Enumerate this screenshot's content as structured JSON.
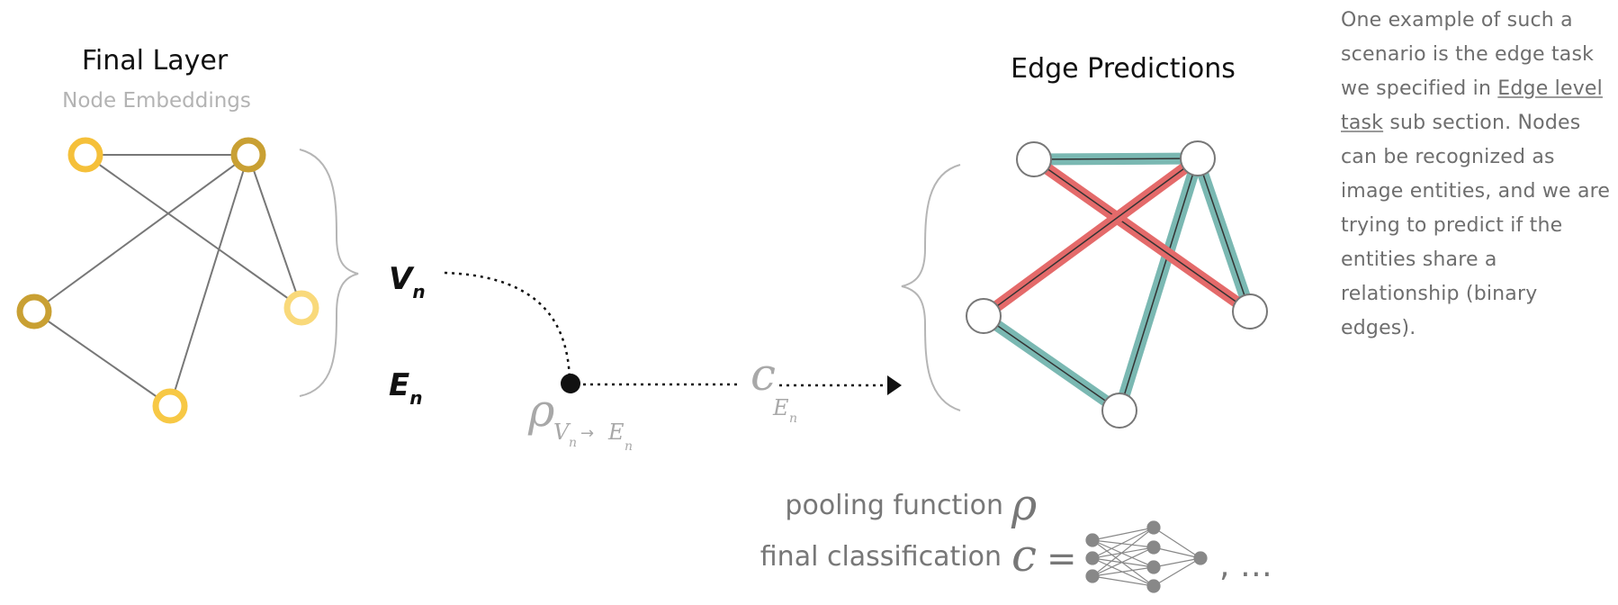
{
  "left_panel": {
    "title": "Final Layer",
    "subtitle": "Node Embeddings"
  },
  "right_panel": {
    "title": "Edge Predictions"
  },
  "labels": {
    "V": "V",
    "V_sub": "n",
    "E": "E",
    "E_sub": "n",
    "rho": "ρ",
    "rho_sub_main": "V",
    "rho_sub_n1": "n",
    "rho_sub_arrow": "→",
    "rho_sub_E": "E",
    "rho_sub_n2": "n",
    "c": "c",
    "c_sub_E": "E",
    "c_sub_n": "n"
  },
  "legend": {
    "pooling_text": "pooling function",
    "pooling_symbol": "ρ",
    "classification_text": "final classification",
    "classification_symbol": "c",
    "equals": "=",
    "trailing": ", …"
  },
  "sidebar": {
    "text_before_link": "One example of such a scenario is the edge task we specified in ",
    "link_text": "Edge level task",
    "text_after_link": " sub section. Nodes can be recognized as image entities, and we are trying to predict if the entities share a relationship (binary edges)."
  },
  "colors": {
    "node_light": "#f7c845",
    "node_dark": "#c9a033",
    "node_pale": "#f9d97a",
    "edge_green": "#7ab8b2",
    "edge_red": "#e46a6a",
    "text_gray": "#6e6e6e",
    "label_gray": "#a8a8a8"
  }
}
